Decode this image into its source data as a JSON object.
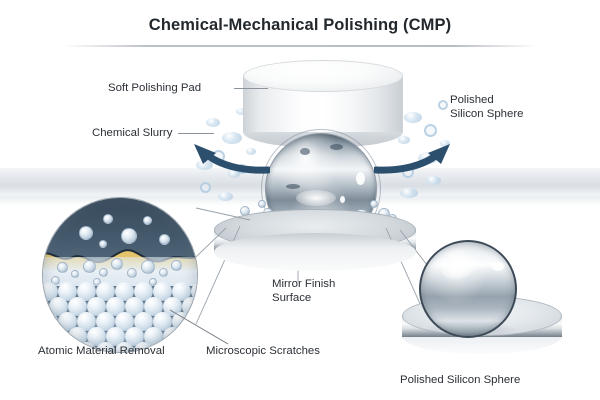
{
  "title": "Chemical-Mechanical Polishing (CMP)",
  "labels": {
    "soft_polishing_pad": "Soft Polishing Pad",
    "chemical_slurry": "Chemical Slurry",
    "polished_silicon_sphere_line1": "Polished",
    "polished_silicon_sphere_line2": "Silicon Sphere",
    "mirror_finish_line1": "Mirror Finish",
    "mirror_finish_line2": "Surface",
    "atomic_material_removal": "Atomic Material Removal",
    "microscopic_scratches": "Microscopic Scratches",
    "polished_silicon_sphere_caption": "Polished Silicon Sphere"
  },
  "colors": {
    "title_text": "#23282d",
    "label_text": "#2b3036",
    "leader_line": "#8b949d",
    "arrow": "#2c4f6e",
    "slurry_liquid": "#3f5366",
    "chemical_layer": "#e3c46a",
    "atom_sphere": "#cfdeea",
    "lattice_background": "#7d91a4",
    "chrome_light": "#fdfefe",
    "chrome_dark": "#6e7c88",
    "background": "#ffffff"
  },
  "illustration": {
    "polishing_pad": "white-cylinder-disc",
    "work_sphere": "chrome-silicon-sphere",
    "platen": "metal-platen-disc",
    "magnifier_inset": "atomic-scale-cutaway",
    "finished_sphere": "polished-sphere-on-stand",
    "arrow_left": "rotation-arrow-left",
    "arrow_right": "rotation-arrow-right"
  }
}
